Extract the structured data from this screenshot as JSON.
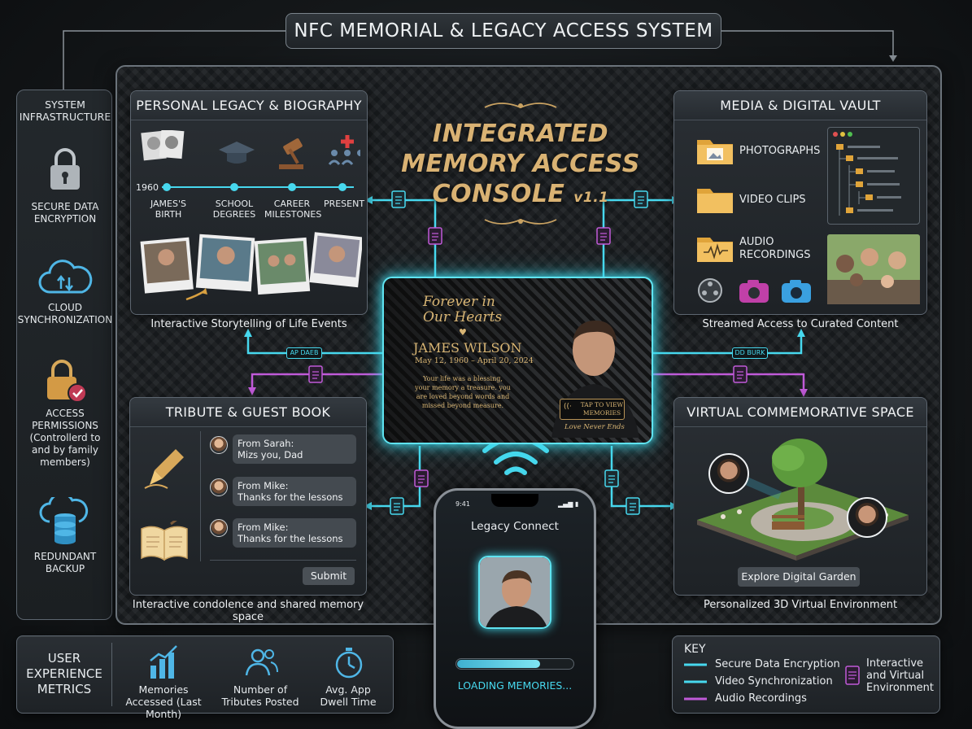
{
  "title": "NFC MEMORIAL & LEGACY ACCESS SYSTEM",
  "sidebar": {
    "heading": "SYSTEM INFRASTRUCTURE",
    "items": [
      {
        "label": "SECURE DATA ENCRYPTION",
        "icon": "padlock-icon"
      },
      {
        "label": "CLOUD SYNCHRONIZATION",
        "icon": "cloud-sync-icon"
      },
      {
        "label": "ACCESS PERMISSIONS",
        "note": "(Controllerd to and by family members)",
        "icon": "lock-check-icon"
      },
      {
        "label": "REDUNDANT BACKUP",
        "icon": "cloud-database-icon"
      }
    ]
  },
  "console": {
    "line1": "INTEGRATED",
    "line2": "MEMORY ACCESS",
    "line3": "CONSOLE",
    "version": "v1.1"
  },
  "biography": {
    "title": "PERSONAL LEGACY & BIOGRAPHY",
    "year_start": "1960",
    "milestones": [
      {
        "label": "JAMES'S BIRTH"
      },
      {
        "label": "SCHOOL DEGREES"
      },
      {
        "label": "CAREER MILESTONES"
      },
      {
        "label": "PRESENT"
      }
    ],
    "caption": "Interactive Storytelling of Life Events"
  },
  "vault": {
    "title": "MEDIA & DIGITAL VAULT",
    "folders": [
      "PHOTOGRAPHS",
      "VIDEO CLIPS",
      "AUDIO RECORDINGS"
    ],
    "caption": "Streamed Access to Curated Content"
  },
  "plaque": {
    "script": "Forever in Our Hearts",
    "name": "JAMES WILSON",
    "dates": "May 12, 1960 – April 20, 2024",
    "epitaph": "Your life was a blessing, your memory a treasure. you are loved beyond words and missed beyond measure.",
    "tap_label": "TAP TO VIEW MEMORIES",
    "footer": "Love Never Ends"
  },
  "connector_tags": {
    "left": "AP DAEB",
    "right": "DD BURK"
  },
  "guestbook": {
    "title": "TRIBUTE & GUEST BOOK",
    "messages": [
      {
        "from": "From Sarah:",
        "text": "Mizs you, Dad"
      },
      {
        "from": "From Mike:",
        "text": "Thanks for the lessons"
      },
      {
        "from": "From Mike:",
        "text": "Thanks for the lessons"
      }
    ],
    "submit": "Submit",
    "caption": "Interactive condolence and shared memory space"
  },
  "virtual": {
    "title": "VIRTUAL COMMEMORATIVE SPACE",
    "button": "Explore Digital Garden",
    "caption": "Personalized 3D Virtual Environment"
  },
  "phone": {
    "time": "9:41",
    "app_title": "Legacy Connect",
    "progress": 0.72,
    "status": "LOADING MEMORIES..."
  },
  "metrics": {
    "title": "USER EXPERIENCE METRICS",
    "items": [
      {
        "label": "Memories Accessed (Last Month)",
        "icon": "bar-chart-icon"
      },
      {
        "label": "Number of Tributes Posted",
        "icon": "users-icon"
      },
      {
        "label": "Avg. App Dwell Time",
        "icon": "stopwatch-icon"
      }
    ]
  },
  "key": {
    "title": "KEY",
    "rows": [
      {
        "label": "Secure Data Encryption",
        "color": "#47d8ee"
      },
      {
        "label": "Video Synchronization",
        "color": "#47d8ee"
      },
      {
        "label": "Audio Recordings",
        "color": "#c05ad8"
      }
    ],
    "doc_label": "Interactive and Virtual Environment"
  },
  "colors": {
    "cyan": "#47d8ee",
    "magenta": "#c05ad8",
    "gold": "#d9b273"
  }
}
